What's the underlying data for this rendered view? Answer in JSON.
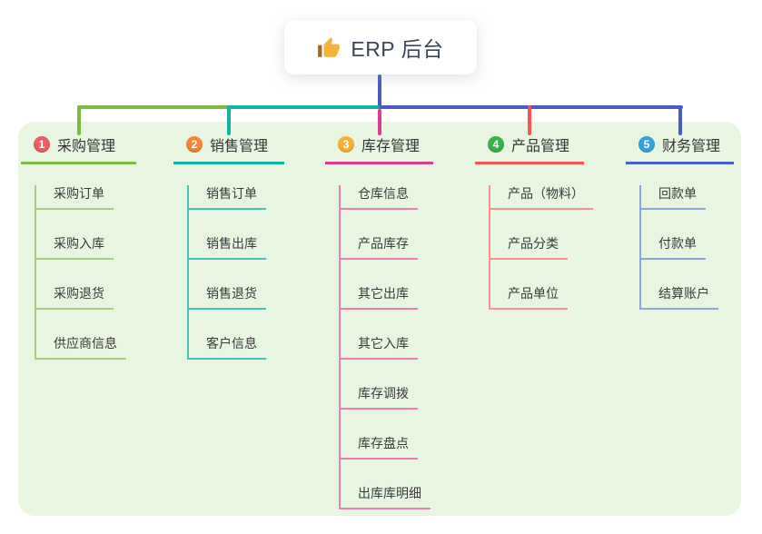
{
  "root": {
    "title": "ERP 后台",
    "icon": "thumbs-up-icon"
  },
  "branches": [
    {
      "index": "1",
      "label": "采购管理",
      "badge_color": "#ec5d64",
      "line_color": "#7eba42",
      "child_line_color": "#a6cf7d",
      "children": [
        "采购订单",
        "采购入库",
        "采购退货",
        "供应商信息"
      ]
    },
    {
      "index": "2",
      "label": "销售管理",
      "badge_color": "#f58634",
      "line_color": "#14b1a5",
      "child_line_color": "#4cc3b8",
      "children": [
        "销售订单",
        "销售出库",
        "销售退货",
        "客户信息"
      ]
    },
    {
      "index": "3",
      "label": "库存管理",
      "badge_color": "#f8b137",
      "line_color": "#dc3c90",
      "child_line_color": "#ee7fb4",
      "children": [
        "仓库信息",
        "产品库存",
        "其它出库",
        "其它入库",
        "库存调拨",
        "库存盘点",
        "出库库明细"
      ]
    },
    {
      "index": "4",
      "label": "产品管理",
      "badge_color": "#36b34a",
      "line_color": "#f85454",
      "child_line_color": "#f89090",
      "children": [
        "产品（物料）",
        "产品分类",
        "产品单位"
      ]
    },
    {
      "index": "5",
      "label": "财务管理",
      "badge_color": "#35a3db",
      "line_color": "#4663c5",
      "child_line_color": "#8ca6da",
      "children": [
        "回款单",
        "付款单",
        "结算账户"
      ]
    }
  ],
  "colors": {
    "canvas_bg": "#ffffff",
    "panel_bg": "#e8f5e0",
    "root_connector": "#4a5cc4",
    "root_card_bg": "#ffffff",
    "root_text": "#3b4757",
    "label_text": "#3a3a3a",
    "thumb_fill": "#f3b23a",
    "thumb_cuff": "#a0692f"
  }
}
